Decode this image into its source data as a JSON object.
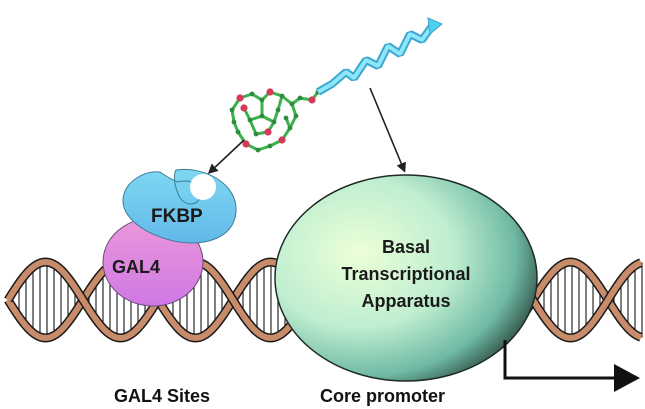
{
  "labels": {
    "fkbp": "FKBP",
    "gal4": "GAL4",
    "basal": [
      "Basal",
      "Transcriptional",
      "Apparatus"
    ],
    "gal4_sites": "GAL4  Sites",
    "core_promoter": "Core promoter"
  },
  "colors": {
    "dna_strand": "#c98c6a",
    "dna_outline": "#1a1a1a",
    "fkbp_fill": "#5ec6e8",
    "gal4_fill": "#e48ed8",
    "ellipse_light": "#dfffcf",
    "ellipse_dark": "#1a2a22",
    "ligand_tail": "#4fd0ee",
    "ligand_green": "#3bb24a",
    "ligand_red": "#d63a5a"
  }
}
